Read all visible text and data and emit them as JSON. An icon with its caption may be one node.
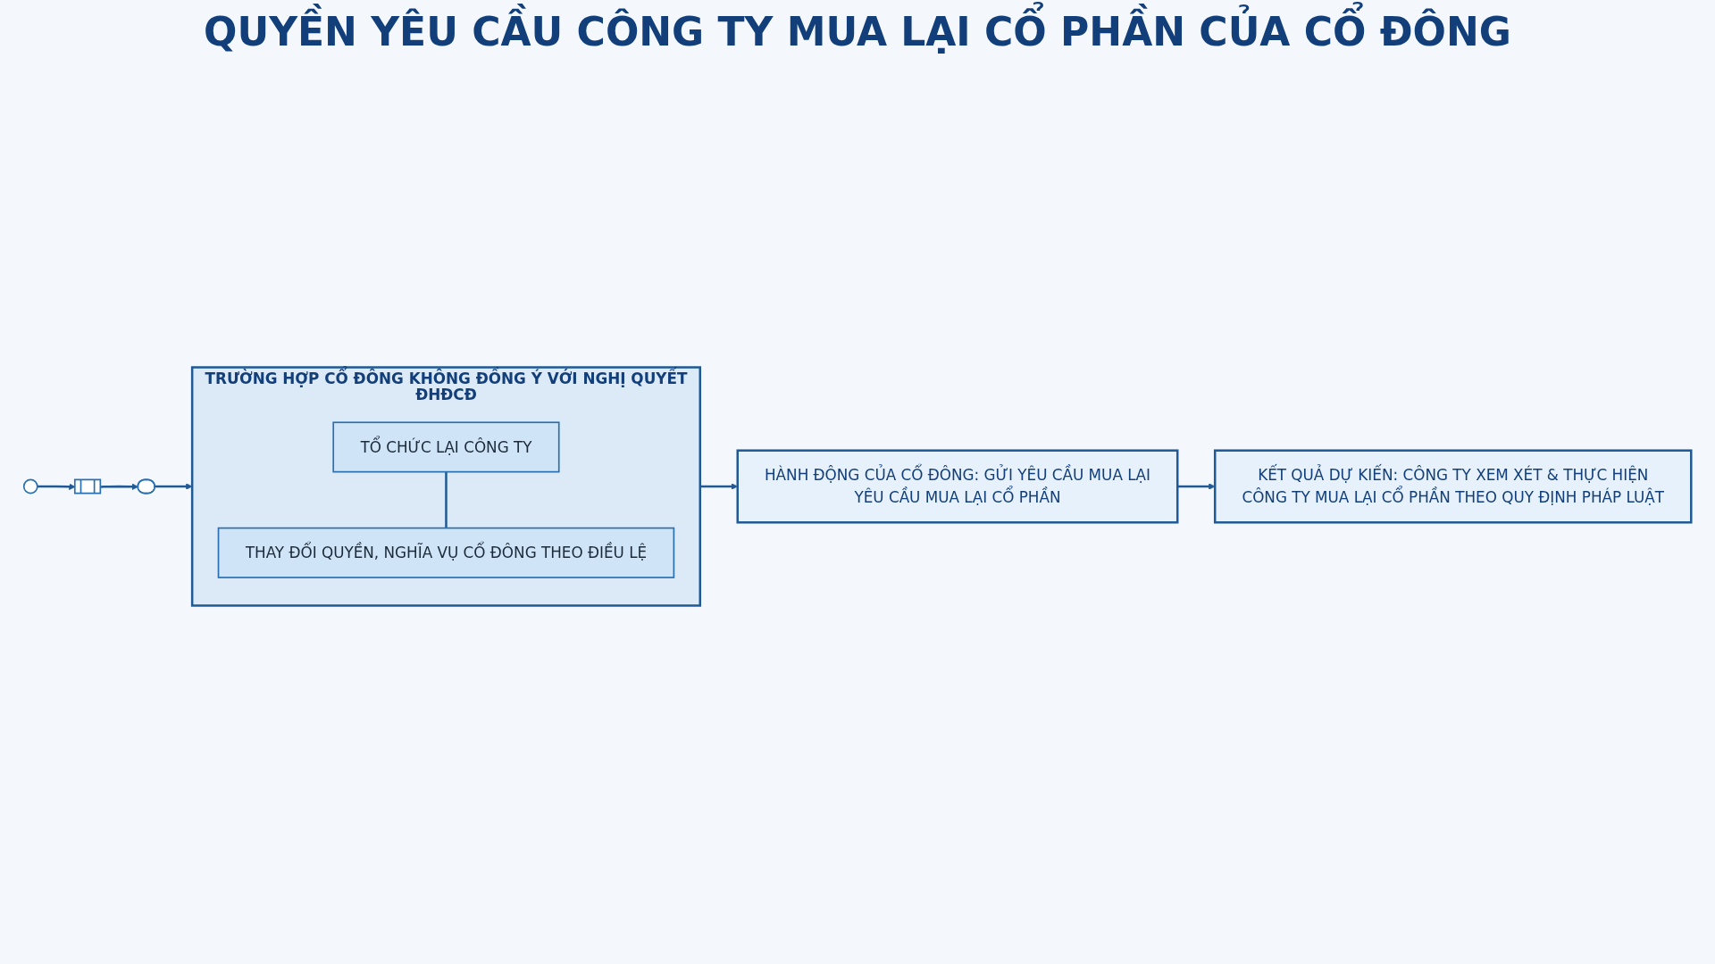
{
  "diagram": {
    "title": "QUYỀN YÊU CẦU CÔNG TY MUA LẠI CỔ PHẦN CỦA CỔ ĐÔNG",
    "nodes": [
      {
        "text": [],
        "shape": "cloud"
      },
      {
        "text": [],
        "shape": "person"
      },
      {
        "text": [],
        "shape": "building"
      },
      {
        "text": [
          "TRƯỜNG HỢP CỔ ĐÔNG KHÔNG ĐỒNG Ý VỚI NGHỊ QUYẾT ĐHĐCĐ"
        ]
      },
      {
        "text": [
          "TỔ CHỨC LẠI CÔNG TY"
        ],
        "in": 3
      },
      {
        "text": [
          "THAY ĐỔI QUYỀN, NGHĨA VỤ CỔ ĐÔNG THEO ĐIỀU LỆ"
        ],
        "in": 3
      },
      {
        "text": [
          "HÀNH ĐỘNG CỦA CỔ ĐÔNG: GỬI YÊU CẦU MUA LẠI",
          "YÊU CẦU MUA LẠI CỔ PHẦN"
        ]
      },
      {
        "text": [
          "KẾT QUẢ DỰ KIẾN: CÔNG TY XEM XÉT & THỰC HIỆN",
          "CÔNG TY MUA LẠI CỔ PHẦN THEO QUY ĐỊNH PHÁP LUẬT"
        ]
      }
    ],
    "edges": [
      {
        "from": 0,
        "to": 2,
        "arrow": "to"
      },
      {
        "from": 2,
        "to": 1,
        "arrow": "to"
      },
      {
        "from": 1,
        "to": 3,
        "arrow": "to"
      },
      {
        "from": 4,
        "to": 5,
        "arrow": "none"
      },
      {
        "from": 3,
        "to": 6,
        "arrow": "to"
      },
      {
        "from": 6,
        "to": 7,
        "arrow": "to"
      }
    ]
  }
}
